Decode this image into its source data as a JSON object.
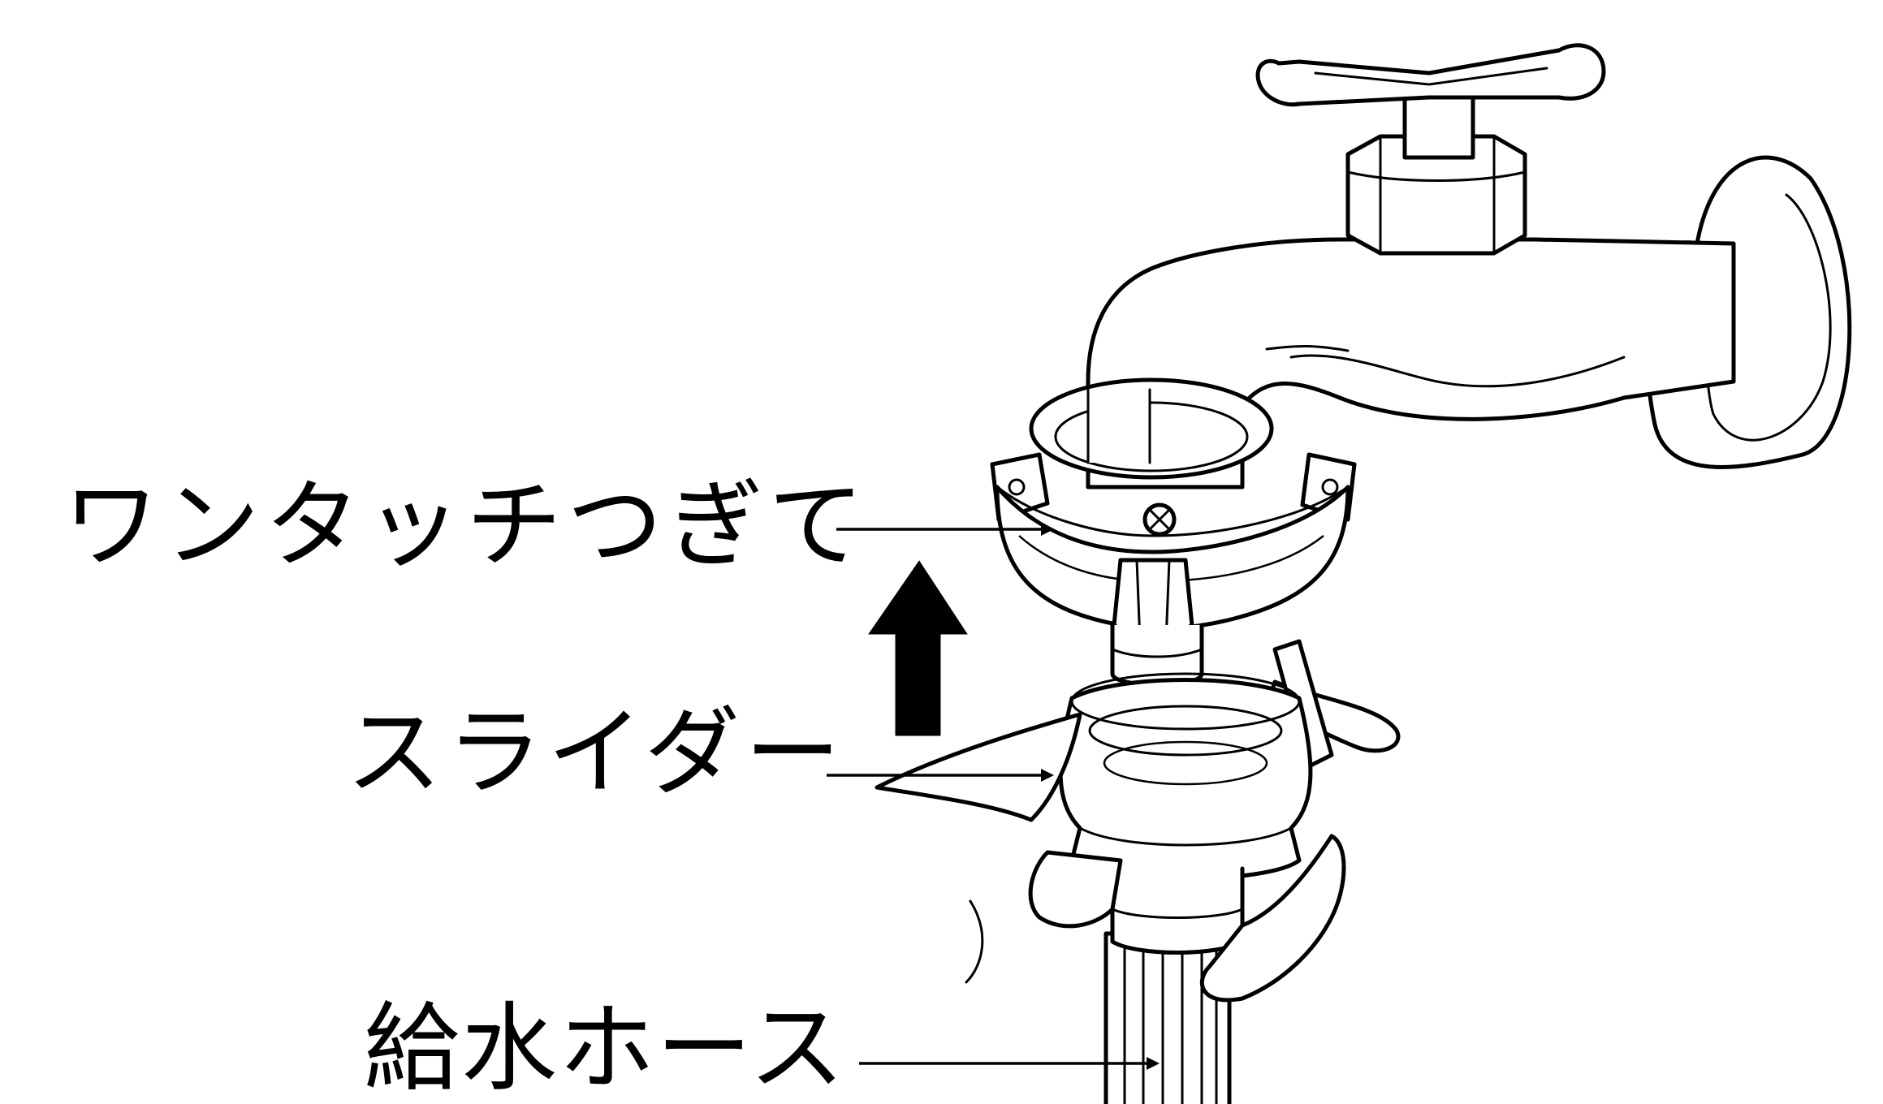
{
  "labels": {
    "joint": "ワンタッチつぎて",
    "slider": "スライダー",
    "hose": "給水ホース"
  },
  "colors": {
    "line": "#000000",
    "background": "#ffffff"
  },
  "icons": {
    "direction_arrow": "arrow-up-icon"
  }
}
